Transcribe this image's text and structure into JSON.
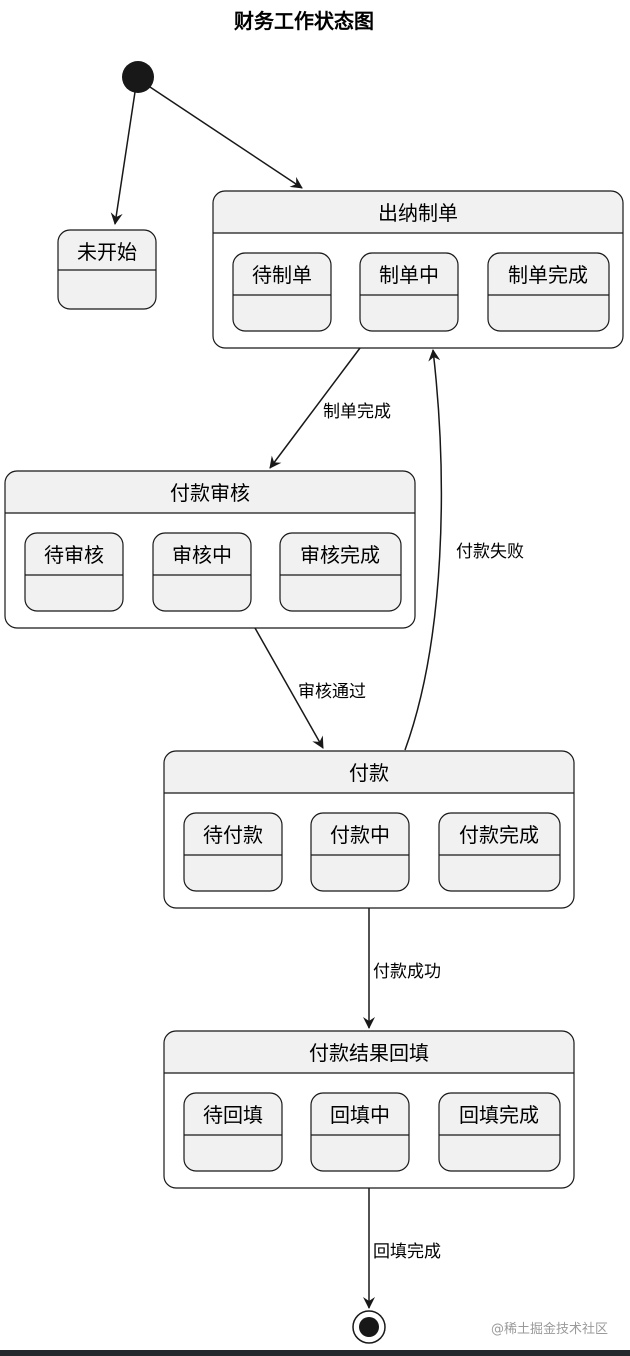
{
  "title": "财务工作状态图",
  "states": {
    "not_started": {
      "name": "未开始"
    },
    "cashier": {
      "name": "出纳制单",
      "substates": [
        "待制单",
        "制单中",
        "制单完成"
      ]
    },
    "payment_review": {
      "name": "付款审核",
      "substates": [
        "待审核",
        "审核中",
        "审核完成"
      ]
    },
    "payment": {
      "name": "付款",
      "substates": [
        "待付款",
        "付款中",
        "付款完成"
      ]
    },
    "result_fill": {
      "name": "付款结果回填",
      "substates": [
        "待回填",
        "回填中",
        "回填完成"
      ]
    }
  },
  "transitions": {
    "cashier_to_review": "制单完成",
    "review_to_payment": "审核通过",
    "payment_to_cashier": "付款失败",
    "payment_to_fill": "付款成功",
    "fill_to_end": "回填完成"
  },
  "watermark": "@稀土掘金技术社区"
}
